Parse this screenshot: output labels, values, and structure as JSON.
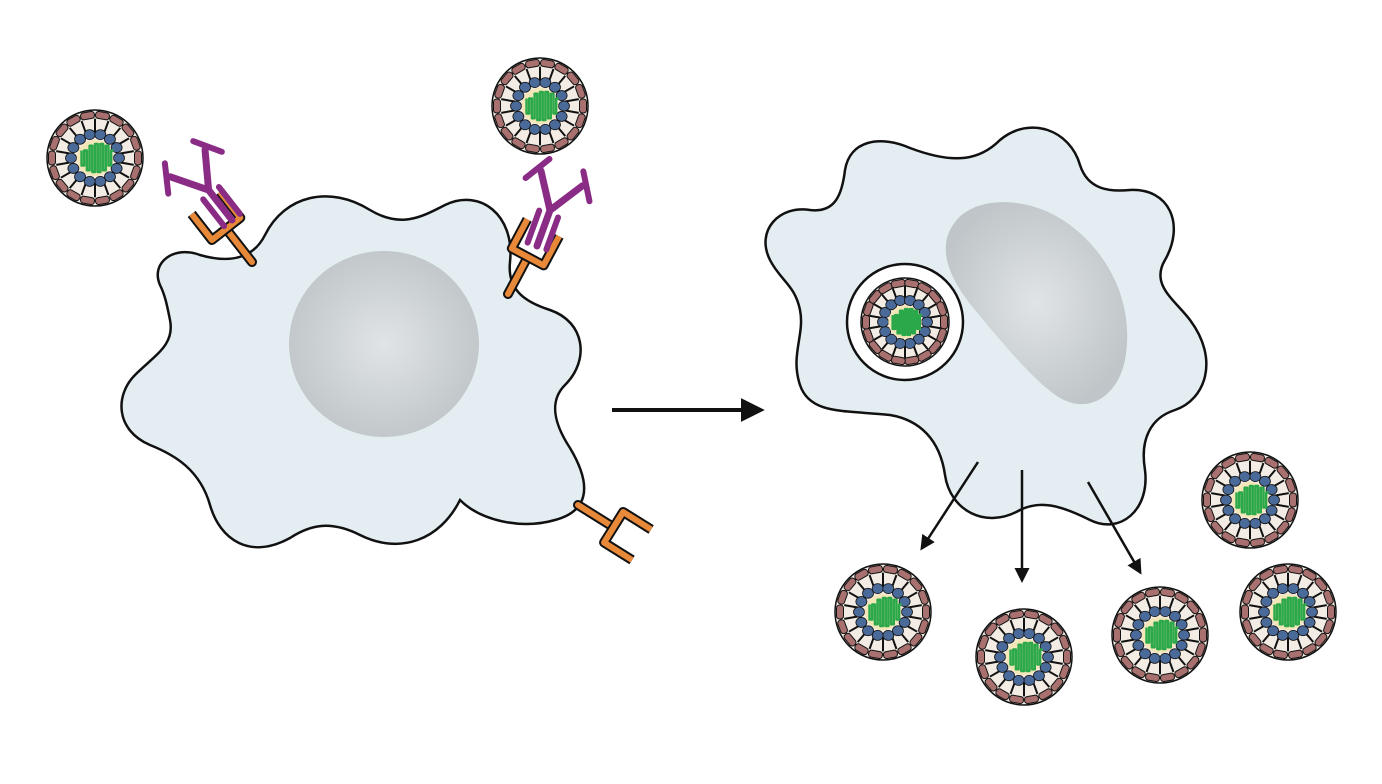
{
  "figure": {
    "panels": [
      {
        "id": "before",
        "cell": "macrophage-with-fc-receptors",
        "bound_virions": 2,
        "antibodies": 2,
        "fc_receptors": 3
      },
      {
        "id": "after",
        "cell": "infected-macrophage",
        "internalized_virions": 1,
        "released_virions": 5
      }
    ],
    "colors": {
      "cell_fill": "#e4eef2",
      "nucleus_fill": "#c9ced1",
      "antibody": "#8a2c85",
      "receptor": "#e8893a",
      "virion_envelope": "#a8706e",
      "virion_capsid": "#4a6a9a",
      "virion_core": "#f3e6b8",
      "virion_genome": "#2aa84a"
    },
    "icons": [
      "virion-icon",
      "antibody-icon",
      "fc-receptor-icon",
      "arrow-icon"
    ]
  }
}
